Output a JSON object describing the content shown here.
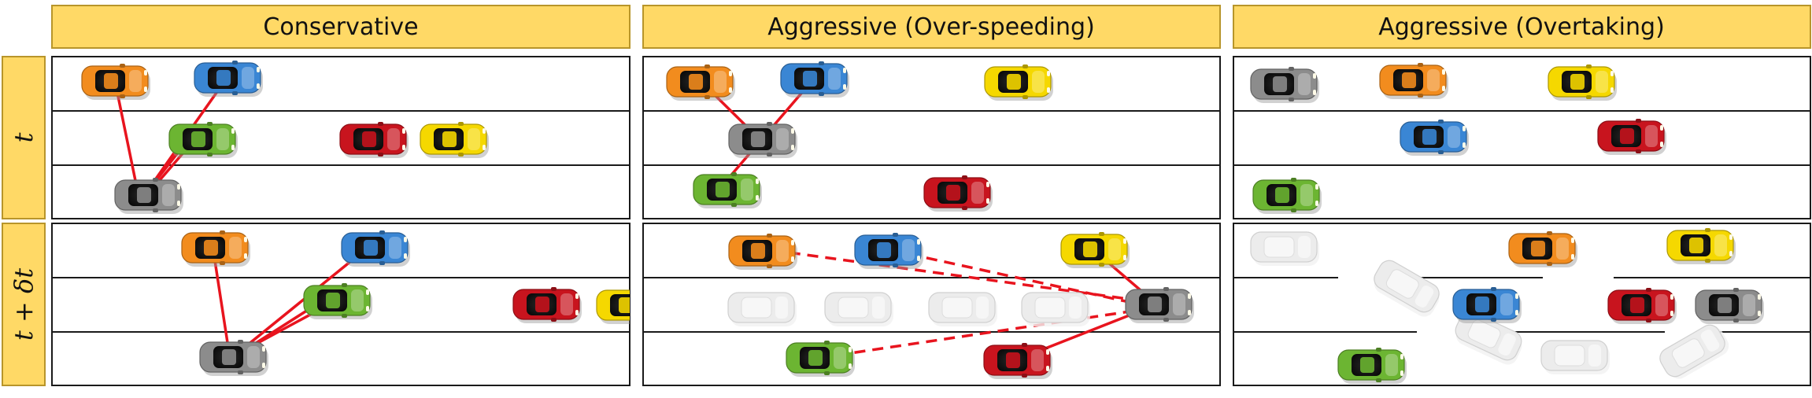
{
  "headers": [
    "Conservative",
    "Aggressive (Over-speeding)",
    "Aggressive (Overtaking)"
  ],
  "rows": [
    "t",
    "t + δt"
  ],
  "colors": {
    "header_fill": "#FFD966",
    "header_stroke": "#B8952A",
    "interaction_line": "#E8141E",
    "orange": "#F28C1E",
    "blue": "#3A86D4",
    "green": "#6CB532",
    "red": "#C8141E",
    "yellow": "#F5D800",
    "gray": "#8C8C8C",
    "ghost": "#ECECEC"
  }
}
